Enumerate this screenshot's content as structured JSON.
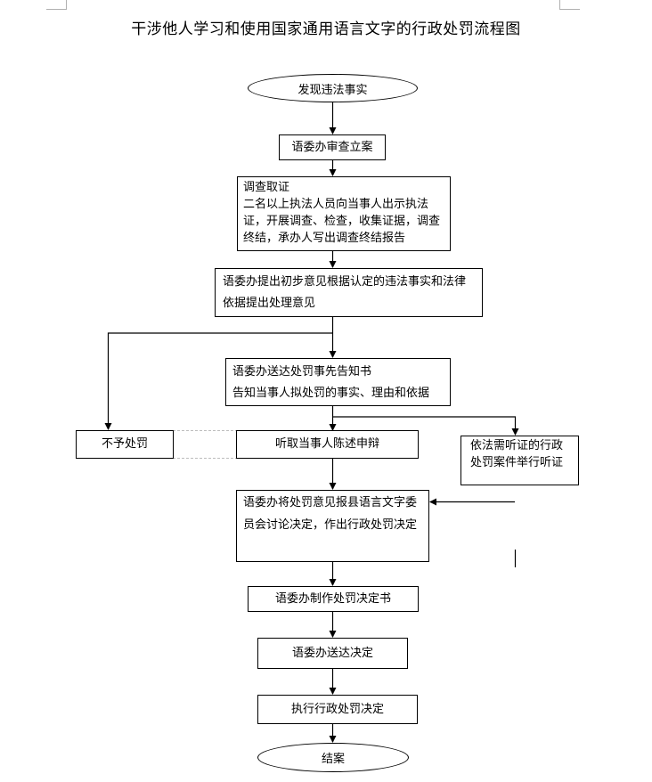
{
  "title": "干涉他人学习和使用国家通用语言文字的行政处罚流程图",
  "nodes": {
    "start": "发现违法事实",
    "register": "语委办审查立案",
    "investigate": {
      "heading": "调查取证",
      "body": "二名以上执法人员向当事人出示执法证，开展调查、检查，收集证据，调查终结，承办人写出调查终结报告"
    },
    "preliminary": "语委办提出初步意见根据认定的违法事实和法律依据提出处理意见",
    "notice": {
      "line1": "语委办送达处罚事先告知书",
      "line2": "告知当事人拟处罚的事实、理由和依据"
    },
    "no_penalty": "不予处罚",
    "statement": "听取当事人陈述申辩",
    "hearing": "依法需听证的行政处罚案件举行听证",
    "decision": "语委办将处罚意见报县语言文字委员会讨论决定，作出行政处罚决定",
    "make_document": "语委办制作处罚决定书",
    "deliver": "语委办送达决定",
    "execute": "执行行政处罚决定",
    "end": "结案"
  }
}
